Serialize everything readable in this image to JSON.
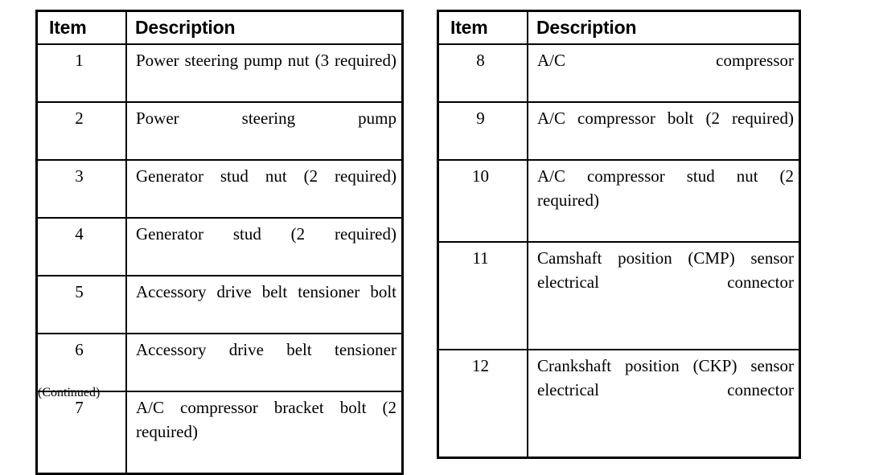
{
  "document": {
    "caption": "(Continued)",
    "ink_color": "#000000",
    "page_background": "#ffffff"
  },
  "tables": [
    {
      "id": "left",
      "columns": [
        "Item",
        "Description"
      ],
      "rows": [
        {
          "item": "1",
          "description": "Power steering pump nut (3 required)"
        },
        {
          "item": "2",
          "description": "Power steering pump"
        },
        {
          "item": "3",
          "description": "Generator stud nut (2 required)"
        },
        {
          "item": "4",
          "description": "Generator stud (2 required)"
        },
        {
          "item": "5",
          "description": "Accessory drive belt tensioner bolt"
        },
        {
          "item": "6",
          "description": "Accessory drive belt tensioner"
        },
        {
          "item": "7",
          "description": "A/C compressor bracket bolt (2 required)"
        }
      ]
    },
    {
      "id": "right",
      "columns": [
        "Item",
        "Description"
      ],
      "rows": [
        {
          "item": "8",
          "description": "A/C compressor"
        },
        {
          "item": "9",
          "description": "A/C compressor bolt (2 required)"
        },
        {
          "item": "10",
          "description": "A/C compressor stud nut (2 required)"
        },
        {
          "item": "11",
          "description": "Camshaft position (CMP) sensor electrical connector"
        },
        {
          "item": "12",
          "description": "Crankshaft position (CKP) sensor electrical connector"
        }
      ]
    }
  ]
}
